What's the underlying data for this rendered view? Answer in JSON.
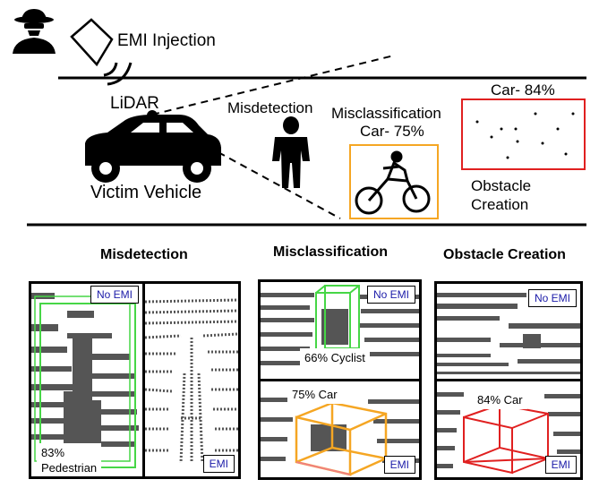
{
  "scene": {
    "emi_label": "EMI Injection",
    "lidar_label": "LiDAR",
    "vehicle_label": "Victim Vehicle",
    "misdetection_label": "Misdetection",
    "misclassification_label": "Misclassification",
    "misclassification_value": "Car- 75%",
    "obstacle_value": "Car- 84%",
    "obstacle_label_line1": "Obstacle",
    "obstacle_label_line2": "Creation"
  },
  "panels": {
    "misdetection": {
      "title": "Misdetection",
      "top_tag": "No EMI",
      "bottom_tag": "EMI",
      "detection_line1": "83%",
      "detection_line2": "Pedestrian"
    },
    "misclassification": {
      "title": "Misclassification",
      "top_tag": "No EMI",
      "bottom_tag": "EMI",
      "top_detection": "66% Cyclist",
      "bottom_detection": "75% Car"
    },
    "obstacle": {
      "title": "Obstacle Creation",
      "top_tag": "No EMI",
      "bottom_tag": "EMI",
      "bottom_detection": "84% Car"
    }
  },
  "colors": {
    "tag_text": "#1a1aa8",
    "misclass_box": "#f5a623",
    "obstacle_box": "#e02020",
    "pedestrian_box": "#46d646",
    "cyclist_box": "#46d646",
    "point_cloud": "#555555"
  }
}
